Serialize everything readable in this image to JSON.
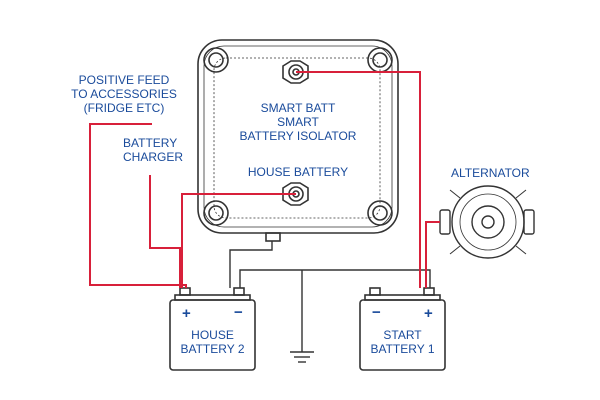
{
  "labels": {
    "positive_feed": [
      "POSITIVE FEED",
      "TO ACCESSORIES",
      "(FRIDGE ETC)"
    ],
    "battery_charger": [
      "BATTERY",
      "CHARGER"
    ],
    "isolator": [
      "SMART BATT",
      "SMART",
      "BATTERY ISOLATOR"
    ],
    "house_battery": "HOUSE BATTERY",
    "alternator": "ALTERNATOR",
    "house_battery_2": [
      "HOUSE",
      "BATTERY 2"
    ],
    "start_battery_1": [
      "START",
      "BATTERY 1"
    ]
  },
  "terminals": {
    "plus": "+",
    "minus": "−"
  },
  "colors": {
    "label_text": "#1a4b9b",
    "positive_wire": "#d8203a",
    "negative_wire": "#333333",
    "outline": "#333333"
  }
}
